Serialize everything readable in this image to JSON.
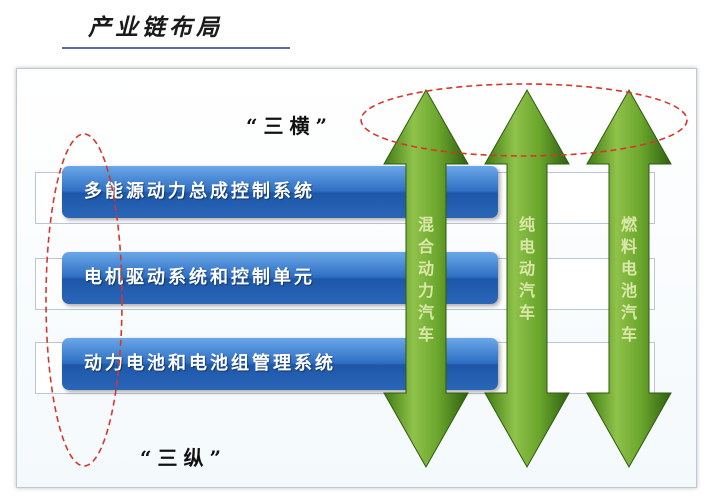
{
  "title": "产业链布局",
  "horizontal_label": "“三横”",
  "vertical_label": "“三纵”",
  "bands": [
    {
      "label": "多能源动力总成控制系统"
    },
    {
      "label": "电机驱动系统和控制单元"
    },
    {
      "label": "动力电池和电池组管理系统"
    }
  ],
  "arrows": [
    {
      "chars": [
        "混",
        "合",
        "动",
        "力",
        "汽",
        "车"
      ]
    },
    {
      "chars": [
        "纯",
        "电",
        "动",
        "汽",
        "车"
      ]
    },
    {
      "chars": [
        "燃",
        "料",
        "电",
        "池",
        "汽",
        "车"
      ]
    }
  ],
  "colors": {
    "band_blue": "#2f6fc3",
    "arrow_green": "#4f8a1c",
    "ellipse_red": "#d9352b"
  }
}
